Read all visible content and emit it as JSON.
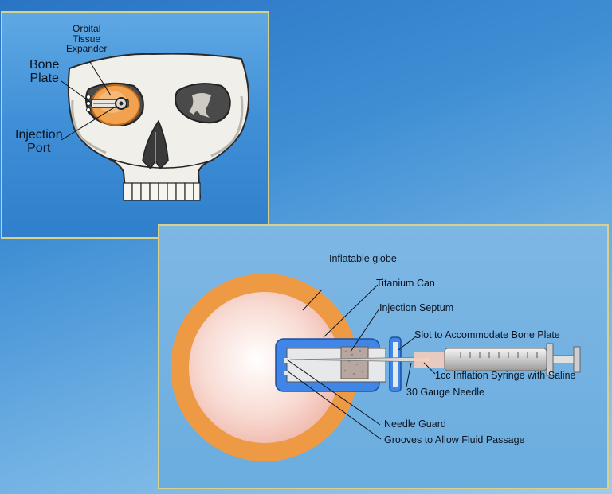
{
  "skull_labels": {
    "orbital_tissue_expander": [
      "Orbital",
      "Tissue",
      "Expander"
    ],
    "bone_plate": [
      "Bone",
      "Plate"
    ],
    "injection_port": [
      "Injection",
      "Port"
    ]
  },
  "detail_labels": {
    "inflatable_globe": "Inflatable globe",
    "titanium_can": "Titanium Can",
    "injection_septum": "Injection Septum",
    "slot": "Slot to Accommodate Bone Plate",
    "syringe": "1cc Inflation Syringe with Saline",
    "needle": "30 Gauge Needle",
    "needle_guard": "Needle Guard",
    "grooves": "Grooves to Allow Fluid Passage"
  },
  "colors": {
    "frame": "#d9d08a",
    "globe_orange": "#ee9a45",
    "globe_pink": "#f6cfc6",
    "can_blue": "#3f86e6",
    "bone": "#f1efe9",
    "expander_orange": "#f0a24e"
  }
}
